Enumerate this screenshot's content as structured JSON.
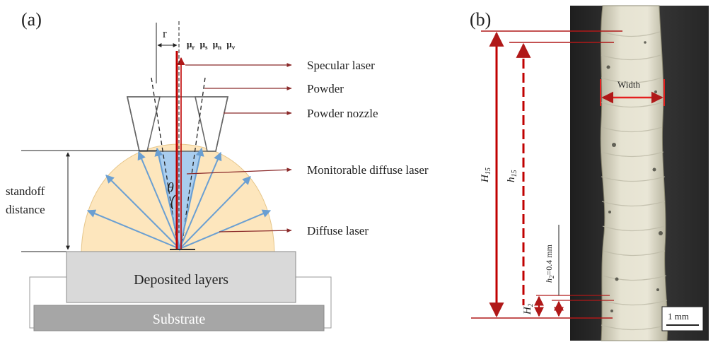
{
  "panel_a": {
    "label": "(a)",
    "r_label": "r",
    "theta_label": "θ",
    "symbols": [
      "μ",
      "μ",
      "μ",
      "μ"
    ],
    "symbol_subs": [
      "r",
      "s",
      "n",
      "v"
    ],
    "standoff_label": [
      "standoff",
      "distance"
    ],
    "deposited_label": "Deposited layers",
    "substrate_label": "Substrate",
    "callouts": [
      "Specular laser",
      "Powder",
      "Powder nozzle",
      "Monitorable diffuse laser",
      "Diffuse laser"
    ]
  },
  "panel_b": {
    "label": "(b)",
    "width_label": "Width",
    "H15_main": "H",
    "H15_sub": "15",
    "h15_main": "h",
    "h15_sub": "15",
    "H2_main": "H",
    "H2_sub": "2",
    "h2_main": "h",
    "h2_sub": "2",
    "h2_value": "=0.4 mm",
    "scale_label": "1 mm"
  },
  "colors": {
    "laser_red": "#c00000",
    "callout_line": "#8b2a2a",
    "diffuse_arrow": "#6a9fd2",
    "dome_fill": "#fde6bd",
    "cone_fill": "#a9cdee",
    "box_fill": "#d9d9d9",
    "substrate_fill": "#a6a6a6",
    "photo_bg": "#2b2b2b",
    "deposit": "#d8d5c2"
  }
}
